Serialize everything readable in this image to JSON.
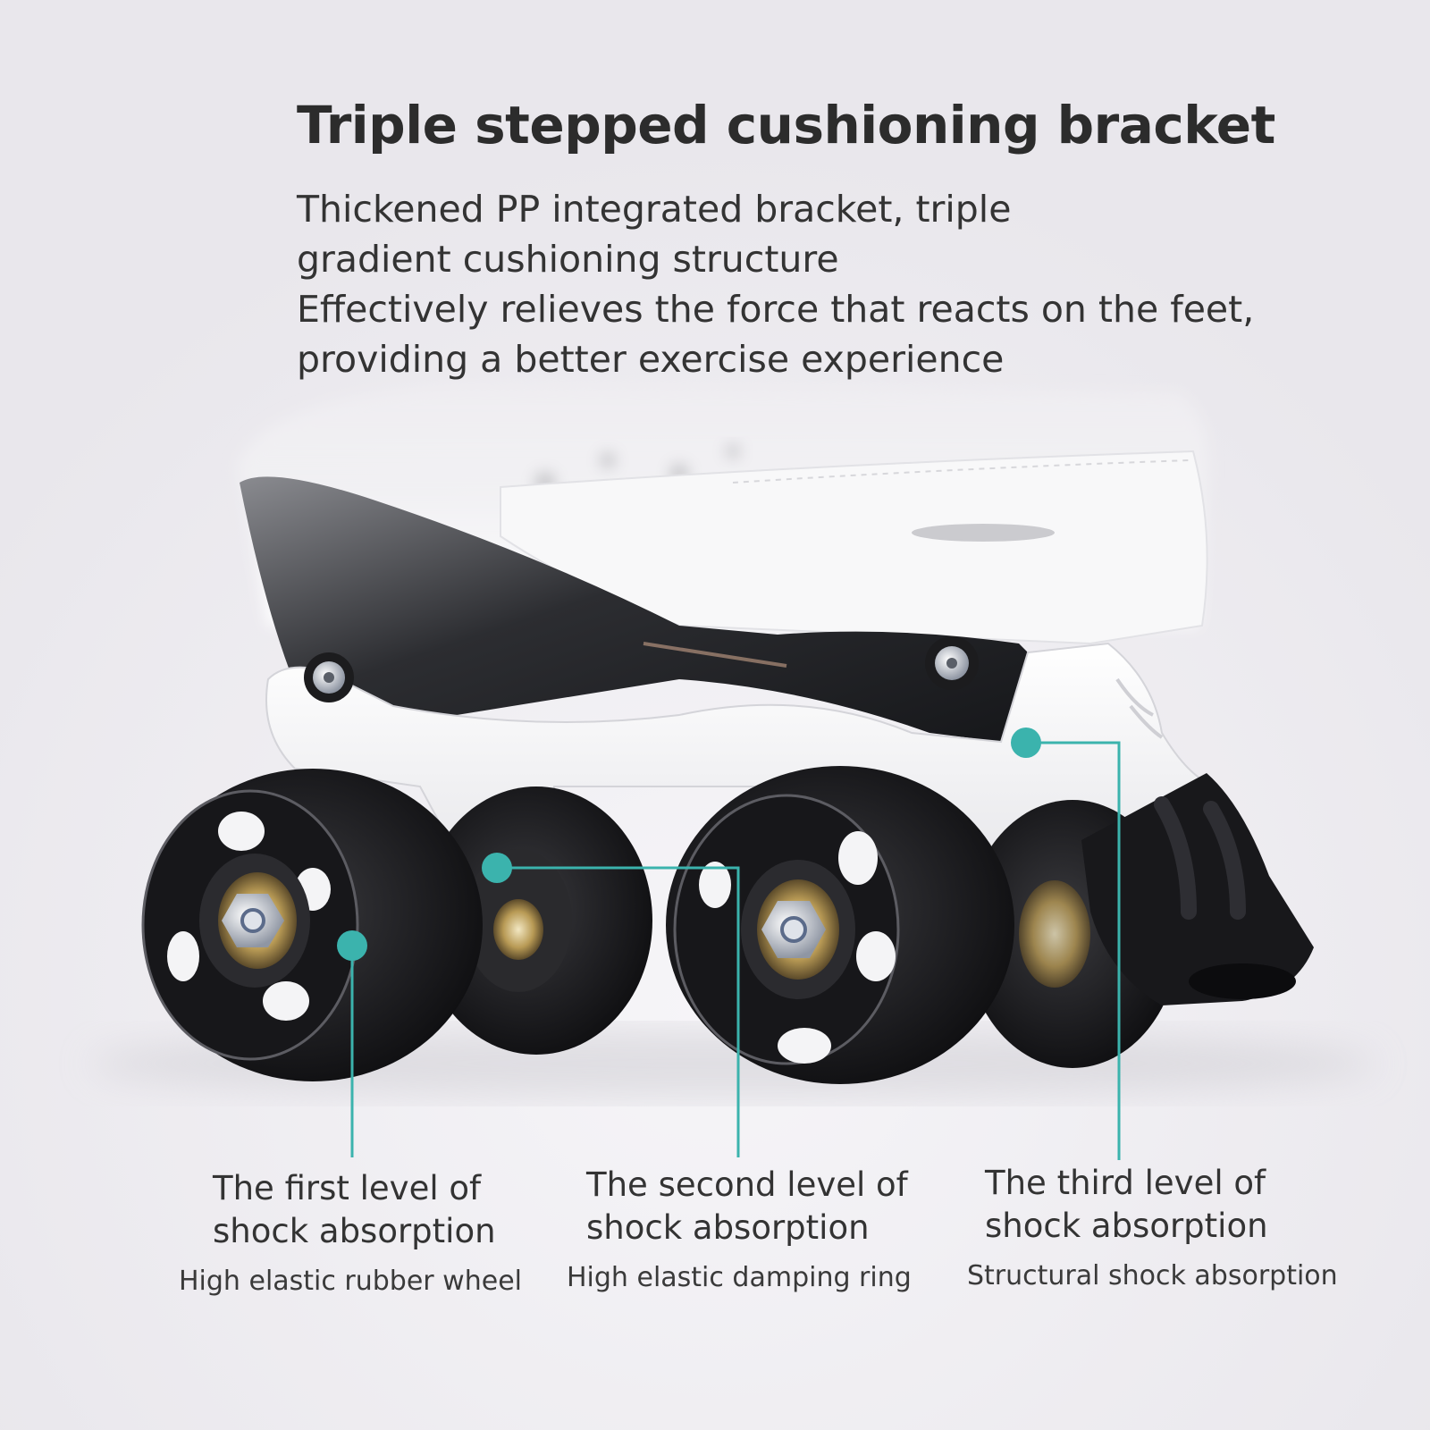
{
  "headline": "Triple stepped cushioning bracket",
  "description": [
    "Thickened PP integrated bracket, triple",
    "gradient cushioning structure",
    "Effectively relieves the force that reacts on the feet,",
    "providing a better exercise experience"
  ],
  "callouts": [
    {
      "title_line1": "The first level of",
      "title_line2": "shock absorption",
      "subtitle": "High elastic rubber wheel"
    },
    {
      "title_line1": "The second level of",
      "title_line2": "shock absorption",
      "subtitle": "High elastic damping ring"
    },
    {
      "title_line1": "The third level of",
      "title_line2": "shock absorption",
      "subtitle": "Structural shock absorption"
    }
  ],
  "colors": {
    "background": "#efedf1",
    "accent_teal": "#3bb3ad",
    "text": "#2f2f2f",
    "wheel": "#1c1c1e",
    "shell_white": "#f7f7f8"
  }
}
